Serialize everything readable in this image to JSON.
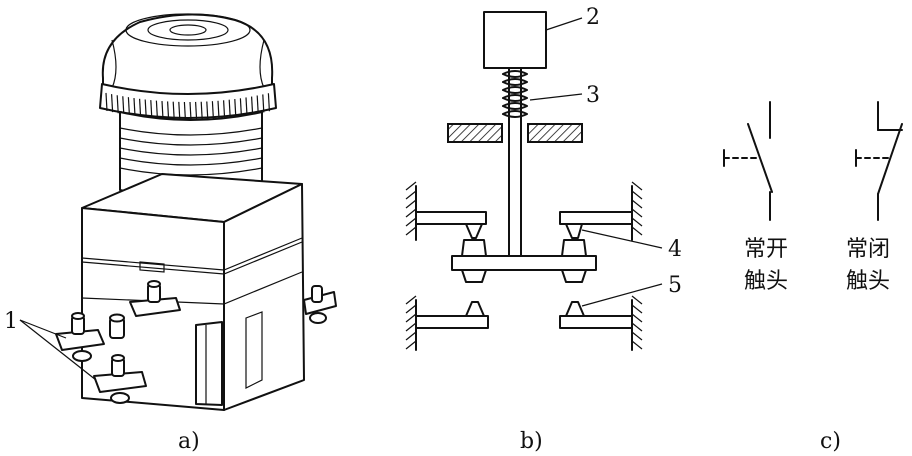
{
  "panel_a": {
    "caption": "a)",
    "callout": "1"
  },
  "panel_b": {
    "caption": "b)",
    "callouts": [
      "2",
      "3",
      "4",
      "5"
    ]
  },
  "panel_c": {
    "caption": "c)",
    "no_contact": {
      "line1": "常开",
      "line2": "触头"
    },
    "nc_contact": {
      "line1": "常闭",
      "line2": "触头"
    }
  }
}
